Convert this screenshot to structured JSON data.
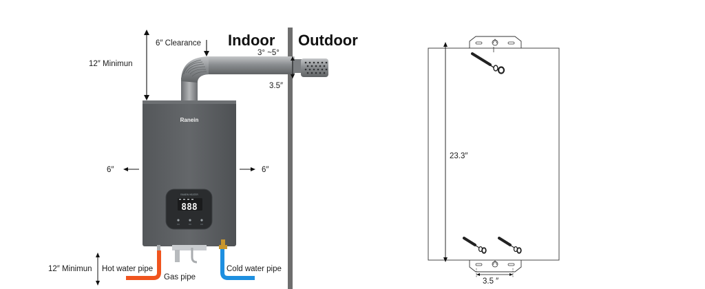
{
  "left_diagram": {
    "labels": {
      "top_clearance": "6″ Clearance",
      "top_minimum": "12″ Minimun",
      "indoor": "Indoor",
      "outdoor": "Outdoor",
      "slope": "3° ~5°",
      "vent_offset": "3.5″",
      "side_left": "6″",
      "side_right": "6″",
      "bottom_minimum": "12″ Minimun",
      "hot_water": "Hot water pipe",
      "gas": "Gas pipe",
      "cold_water": "Cold water pipe"
    },
    "brand": "Ranein",
    "panel_tiny_text": "RANEIN HEATER",
    "display_digits": "888",
    "colors": {
      "body": "#5b5e60",
      "wall": "#6e6e6e",
      "hot_pipe": "#f0541e",
      "cold_pipe": "#1e8fe0",
      "gas_valve": "#c8962d",
      "flue": "#8a8d90"
    }
  },
  "right_diagram": {
    "labels": {
      "height": "23.3″",
      "bottom_spacing": "3.5 ″"
    }
  }
}
